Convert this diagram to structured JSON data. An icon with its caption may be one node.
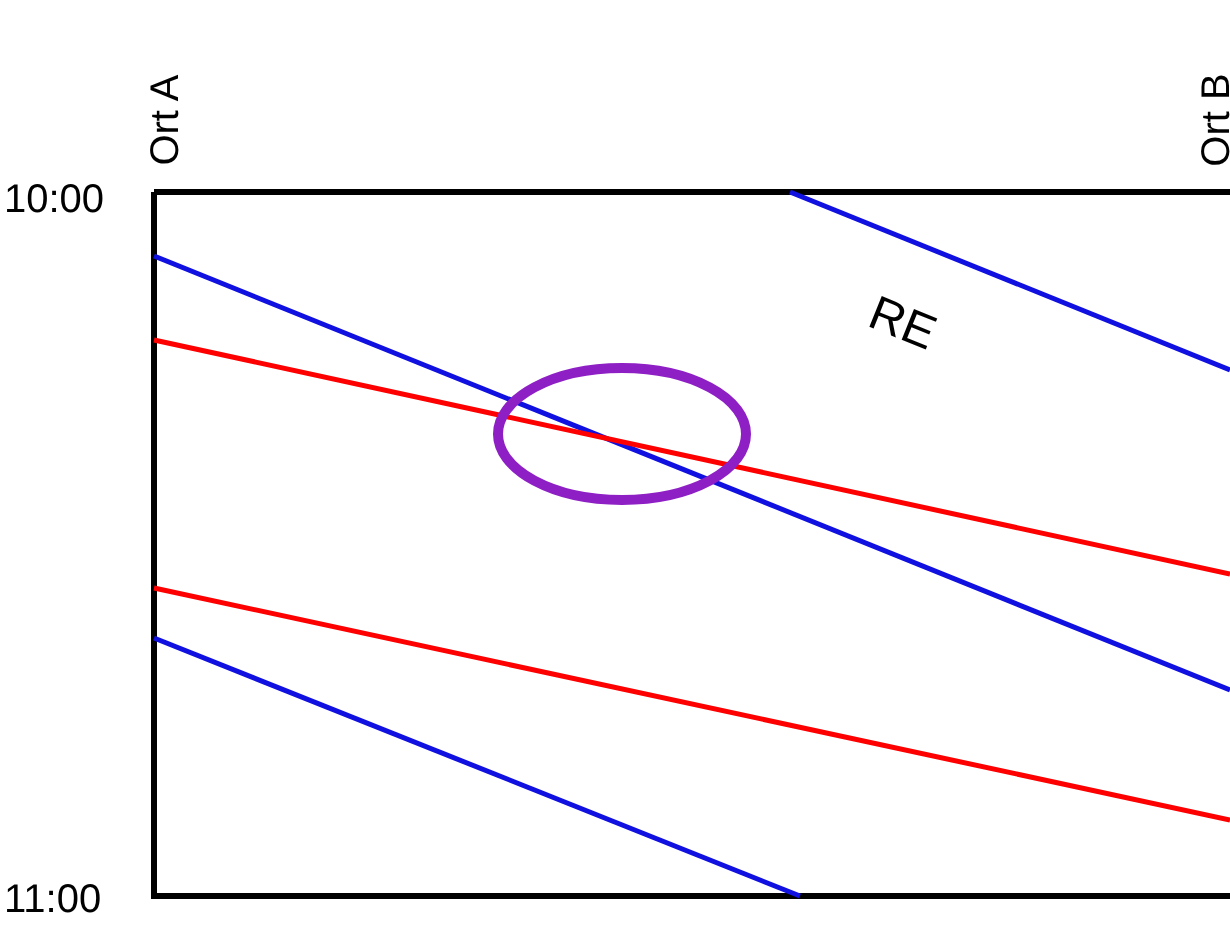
{
  "diagram": {
    "labels": [
      "Ort A",
      "Ort B",
      "10:00",
      "11:00",
      "RE"
    ]
  }
}
